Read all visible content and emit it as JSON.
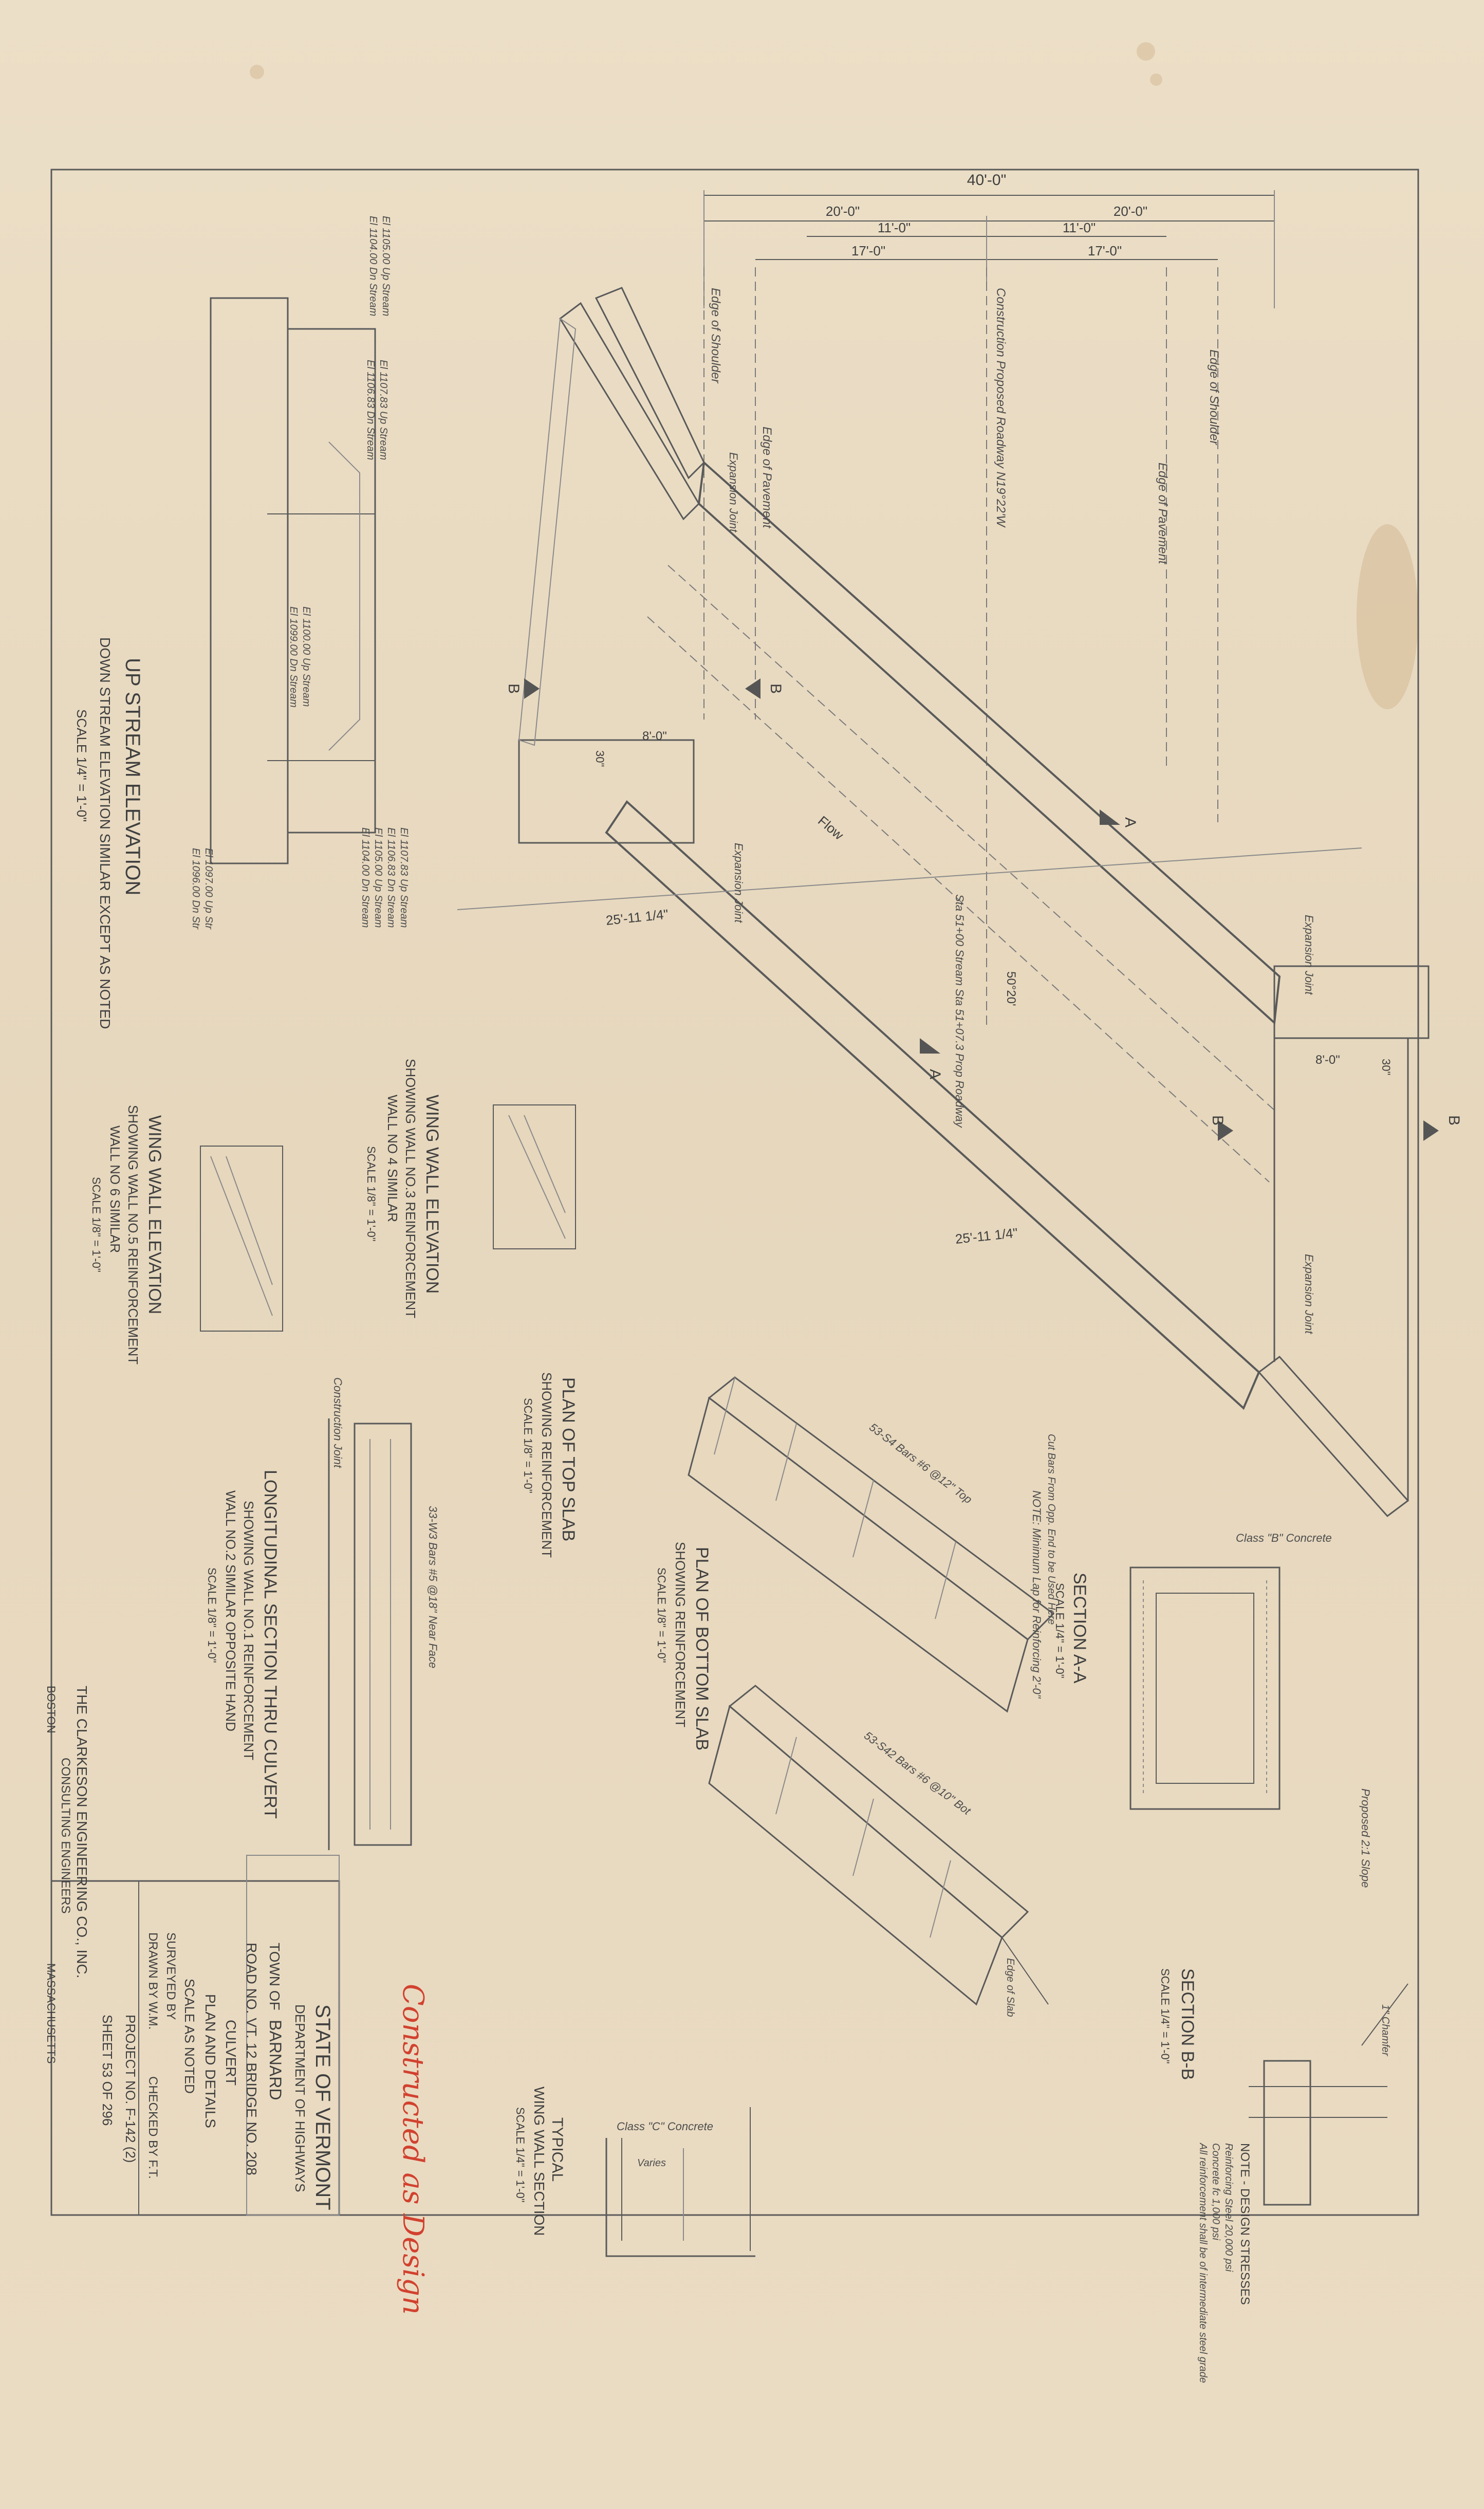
{
  "stamp": "Constructed as Design",
  "title_block": {
    "state": "STATE OF VERMONT",
    "department": "DEPARTMENT OF HIGHWAYS",
    "town_label": "TOWN OF",
    "town": "BARNARD",
    "road": "ROAD NO. VT. 12 BRIDGE NO. 208",
    "structure": "CULVERT",
    "plan": "PLAN AND DETAILS",
    "scale": "SCALE AS NOTED",
    "surveyed": "SURVEYED BY",
    "drawn": "DRAWN BY W.M.",
    "checked": "CHECKED BY F.T.",
    "project": "PROJECT NO. F-142 (2)",
    "sheet": "SHEET 53 OF 296"
  },
  "firm": {
    "name": "THE CLARKESON ENGINEERING CO., INC.",
    "role": "CONSULTING ENGINEERS",
    "city": "BOSTON",
    "state": "MASSACHUSETTS"
  },
  "views": {
    "upstream_title": "UP STREAM ELEVATION",
    "upstream_note": "DOWN STREAM ELEVATION SIMILAR EXCEPT AS NOTED",
    "upstream_scale": "SCALE 1/4\" = 1'-0\"",
    "wing3_title": "WING WALL ELEVATION",
    "wing3_sub1": "SHOWING WALL NO.3 REINFORCEMENT",
    "wing3_sub2": "WALL NO 4 SIMILAR",
    "wing3_scale": "SCALE 1/8\" = 1'-0\"",
    "wing5_title": "WING WALL ELEVATION",
    "wing5_sub1": "SHOWING WALL NO.5 REINFORCEMENT",
    "wing5_sub2": "WALL NO 6 SIMILAR",
    "wing5_scale": "SCALE 1/8\" = 1'-0\"",
    "long_title": "LONGITUDINAL SECTION THRU CULVERT",
    "long_sub1": "SHOWING WALL NO.1 REINFORCEMENT",
    "long_sub2": "WALL NO.2 SIMILAR OPPOSITE HAND",
    "long_scale": "SCALE 1/8\" = 1'-0\"",
    "top_title": "PLAN OF TOP SLAB",
    "top_sub": "SHOWING REINFORCEMENT",
    "top_scale": "SCALE 1/8\" = 1'-0\"",
    "bottom_title": "PLAN OF BOTTOM SLAB",
    "bottom_sub": "SHOWING REINFORCEMENT",
    "bottom_scale": "SCALE 1/8\" = 1'-0\"",
    "secaa_title": "SECTION A-A",
    "secaa_scale": "SCALE 1/4\" = 1'-0\"",
    "secaa_note": "NOTE: Minimum Lap for Reinforcing 2'-0\"",
    "secbb_title": "SECTION B-B",
    "secbb_scale": "SCALE 1/4\" = 1'-0\"",
    "typical_title": "TYPICAL",
    "typical_sub": "WING WALL SECTION",
    "typical_scale": "SCALE 1/4\" = 1'-0\""
  },
  "plan": {
    "dim_total": "40'-0\"",
    "dim_left20": "20'-0\"",
    "dim_right20": "20'-0\"",
    "dim_left11": "11'-0\"",
    "dim_right11": "11'-0\"",
    "dim_left17": "17'-0\"",
    "dim_right17": "17'-0\"",
    "edge_shoulder_l": "Edge of Shoulder",
    "edge_shoulder_r": "Edge of Shoulder",
    "edge_pavement_l": "Edge of Pavement",
    "edge_pavement_r": "Edge of Pavement",
    "construction_line": "Construction Proposed Roadway N19°22'W",
    "expansion_joint": "Expansion Joint",
    "flow": "Flow",
    "station": "Sta 51+00 Stream Sta 51+07.3 Prop Roadway",
    "angle": "50°20'",
    "len_a": "25'-11 1/4\"",
    "len_b": "25'-11 1/4\"",
    "dim_8a": "8'-0\"",
    "dim_8b": "8'-0\"",
    "dim_30a": "30\"",
    "dim_30b": "30\"",
    "sec_a": "A",
    "sec_b": "B"
  },
  "elevations": {
    "e1": "El 1105.00 Up Stream",
    "e2": "El 1104.00 Dn Stream",
    "e3": "El 1107.83 Up Stream",
    "e4": "El 1106.83 Dn Stream",
    "e5": "El 1100.00 Up Stream",
    "e6": "El 1099.00 Dn Stream",
    "e7": "El 1107.83 Up Stream",
    "e8": "El 1106.83 Dn Stream",
    "e9": "El 1105.00 Up Stream",
    "e10": "El 1104.00 Dn Stream",
    "e11": "El 1097.00 Up Str",
    "e12": "El 1096.00 Dn Str"
  },
  "notes": {
    "design_title": "NOTE - DESIGN STRESSES",
    "design_1": "Reinforcing Steel 20,000 psi",
    "design_2": "Concrete fc 1,000 psi",
    "design_3": "All reinforcement shall be of intermediate steel grade",
    "class_b": "Class \"B\" Concrete",
    "class_c": "Class \"C\" Concrete",
    "construction_joint": "Construction Joint",
    "proposed_slope": "Proposed 2:1 Slope",
    "chamfer": "1\" Chamfer",
    "varies": "Varies",
    "lap": "Cut Bars From Opp. End to be Used Here",
    "top_bars": "53-S4 Bars #6 @12\" Top",
    "bottom_bars": "53-S42 Bars #6 @10\" Bot",
    "near_face": "33-W3 Bars #5 @18\" Near Face",
    "edge_slab": "Edge of Slab"
  }
}
